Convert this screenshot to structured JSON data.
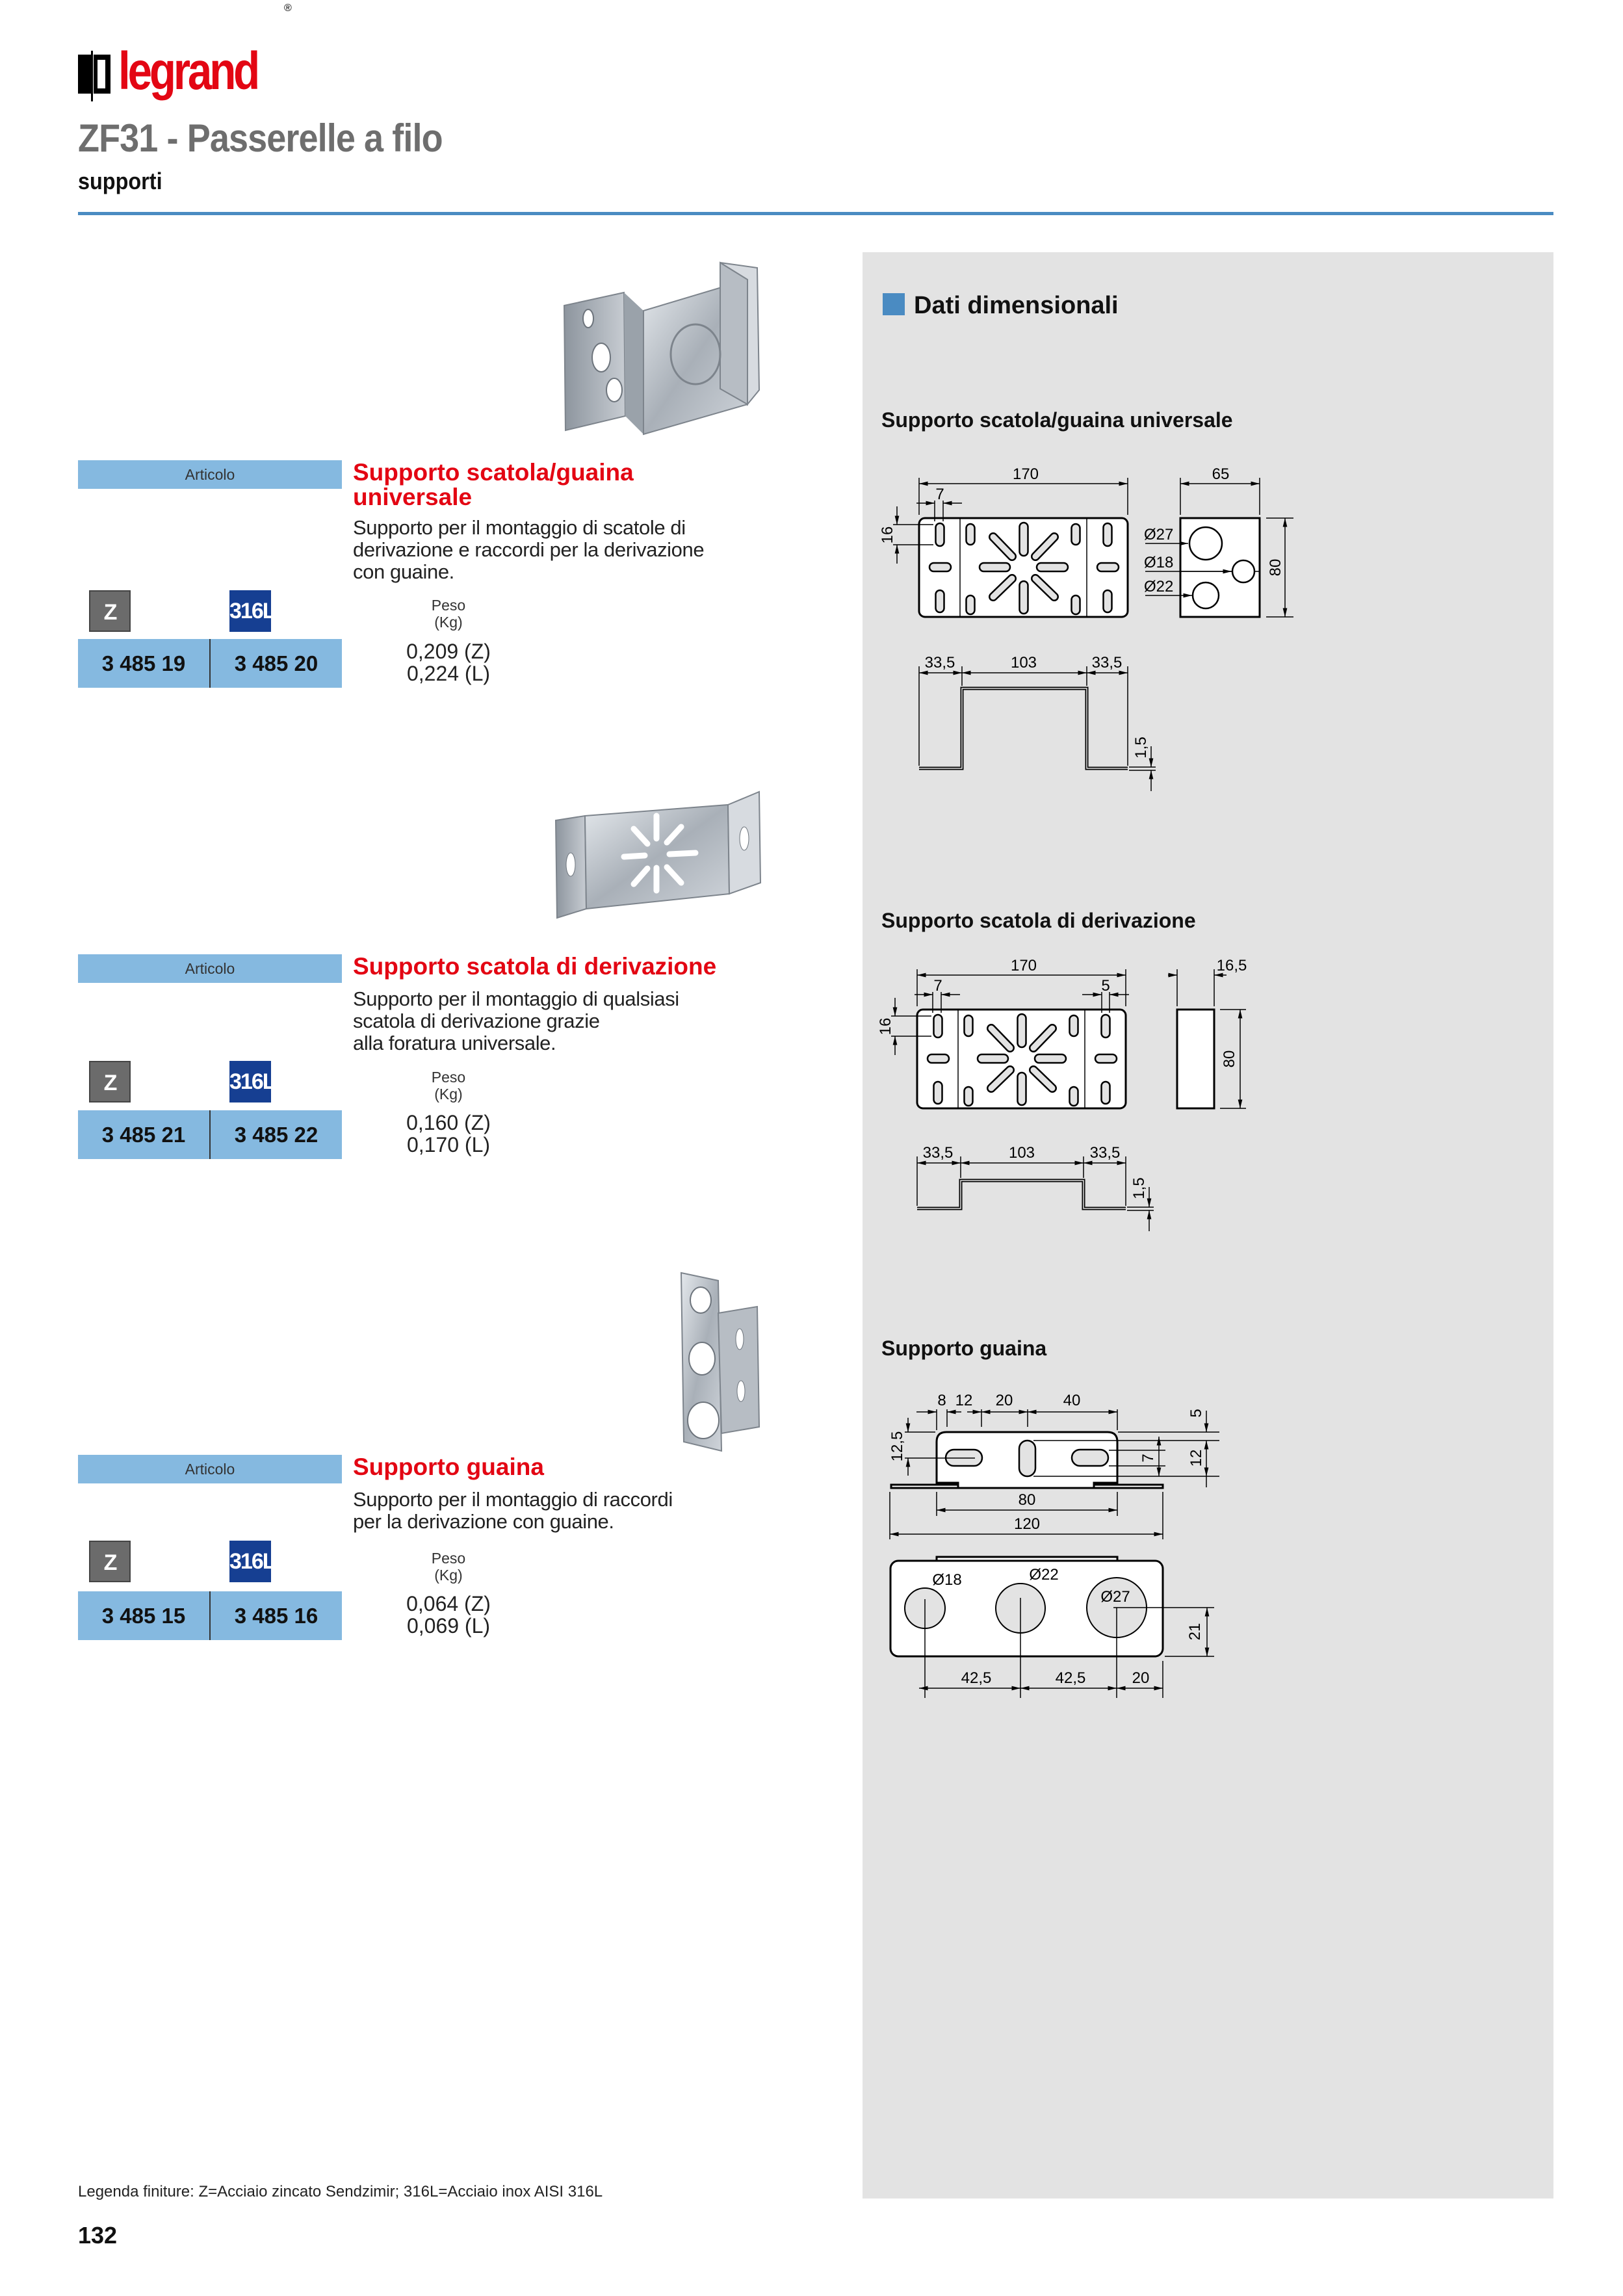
{
  "header": {
    "logo": "legrand",
    "logo_reg": "®",
    "title": "ZF31 - Passerelle a filo",
    "subtitle": "supporti"
  },
  "products": [
    {
      "articolo_label": "Articolo",
      "title_lines": [
        "Supporto scatola/guaina",
        "universale"
      ],
      "description_lines": [
        "Supporto per il montaggio di scatole di",
        "derivazione e raccordi per la derivazione",
        "con guaine."
      ],
      "finish_badges": [
        "Z",
        "316L"
      ],
      "codes": [
        "3 485 19",
        "3 485 20"
      ],
      "peso_label": [
        "Peso",
        "(Kg)"
      ],
      "weights": [
        "0,209 (Z)",
        "0,224 (L)"
      ]
    },
    {
      "articolo_label": "Articolo",
      "title_lines": [
        "Supporto scatola di derivazione"
      ],
      "description_lines": [
        "Supporto per il montaggio di qualsiasi",
        "scatola di derivazione grazie",
        "alla foratura universale."
      ],
      "finish_badges": [
        "Z",
        "316L"
      ],
      "codes": [
        "3 485 21",
        "3 485 22"
      ],
      "peso_label": [
        "Peso",
        "(Kg)"
      ],
      "weights": [
        "0,160 (Z)",
        "0,170 (L)"
      ]
    },
    {
      "articolo_label": "Articolo",
      "title_lines": [
        "Supporto guaina"
      ],
      "description_lines": [
        "Supporto per il montaggio di raccordi",
        "per la derivazione con guaine."
      ],
      "finish_badges": [
        "Z",
        "316L"
      ],
      "codes": [
        "3 485 15",
        "3 485 16"
      ],
      "peso_label": [
        "Peso",
        "(Kg)"
      ],
      "weights": [
        "0,064 (Z)",
        "0,069 (L)"
      ]
    }
  ],
  "panel": {
    "title": "Dati dimensionali",
    "sections": [
      {
        "title": "Supporto scatola/guaina universale",
        "dims": {
          "width": "170",
          "slot": "7",
          "slot_len": "16",
          "side": "65",
          "height": "80",
          "d1": "Ø27",
          "d2": "Ø18",
          "d3": "Ø22",
          "flange_l": "33,5",
          "mid": "103",
          "flange_r": "33,5",
          "thick": "1,5"
        }
      },
      {
        "title": "Supporto scatola di derivazione",
        "dims": {
          "width": "170",
          "slot": "7",
          "slot_r": "5",
          "slot_len": "16",
          "side": "16,5",
          "height": "80",
          "flange_l": "33,5",
          "mid": "103",
          "flange_r": "33,5",
          "thick": "1,5"
        }
      },
      {
        "title": "Supporto guaina",
        "dims": {
          "a": "8",
          "b": "12",
          "c": "20",
          "d": "40",
          "h1": "12,5",
          "v5": "5",
          "v12": "12",
          "v7": "7",
          "w80": "80",
          "w120": "120",
          "d18": "Ø18",
          "d22": "Ø22",
          "d27": "Ø27",
          "x1": "42,5",
          "x2": "42,5",
          "x3": "20",
          "v21": "21"
        }
      }
    ]
  },
  "footer": {
    "legend": "Legenda finiture: Z=Acciaio zincato Sendzimir; 316L=Acciaio inox AISI 316L",
    "page_number": "132"
  },
  "colors": {
    "brand_red": "#e30613",
    "accent_blue": "#4a8bc2",
    "table_blue": "#85b9e0",
    "badge_316l": "#163f92",
    "badge_z": "#6b6b6b",
    "panel_gray": "#e3e3e3"
  }
}
